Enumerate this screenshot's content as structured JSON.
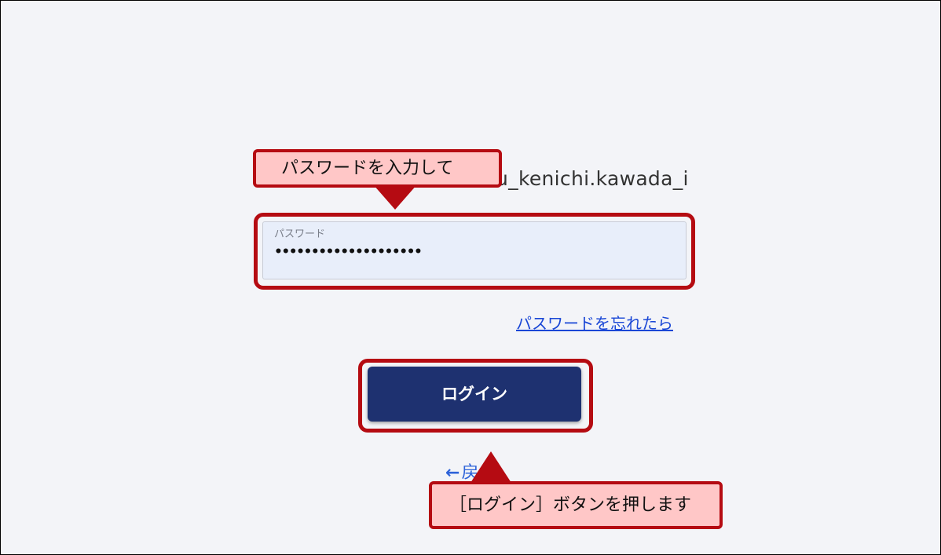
{
  "account": {
    "username": "wakamatsu_kenichi.kawada_i"
  },
  "password_field": {
    "label": "パスワード",
    "value": "••••••••••••••••••••"
  },
  "links": {
    "forgot_password": "パスワードを忘れたら",
    "back": "戻る",
    "back_icon": "arrow-left-icon"
  },
  "login_button": {
    "label": "ログイン"
  },
  "annotations": {
    "password_callout": "パスワードを入力して",
    "button_callout": "［ログイン］ボタンを押します"
  },
  "colors": {
    "button_bg": "#1e3170",
    "link": "#1a47d6",
    "annotation_red": "#b50b12",
    "annotation_fill": "#ffc7c7"
  }
}
